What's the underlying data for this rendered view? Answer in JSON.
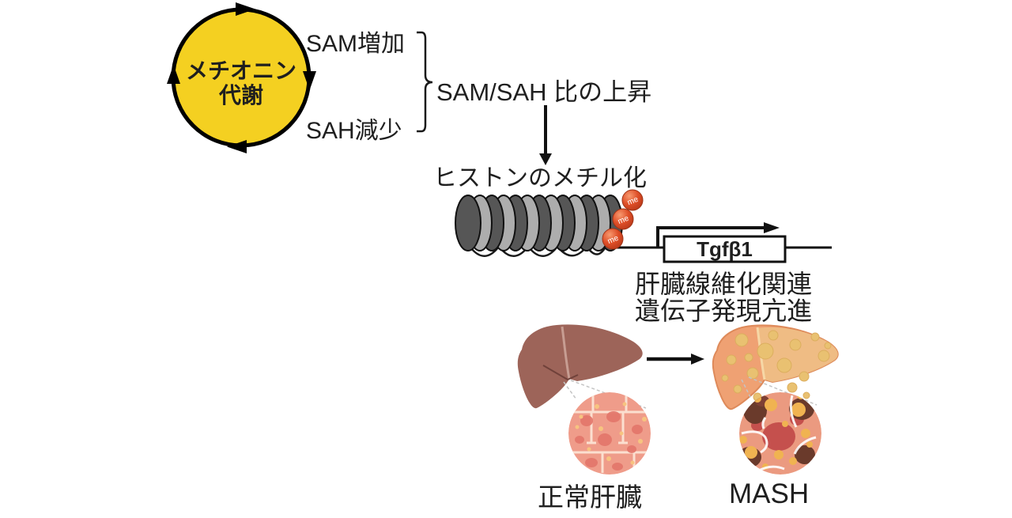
{
  "cycle": {
    "label_line1": "メチオニン",
    "label_line2": "代謝",
    "fill_color": "#f4d021",
    "stroke_color": "#000000"
  },
  "effects": {
    "sam_increase": "SAM増加",
    "sah_decrease": "SAH減少",
    "ratio_rise": "SAM/SAH 比の上昇"
  },
  "histone": {
    "title": "ヒストンのメチル化",
    "me_label": "me",
    "me_ball_color": "#df4f28",
    "disk_dark_color": "#565656",
    "disk_light_color": "#adadad"
  },
  "gene": {
    "name": "Tgfβ1",
    "caption_line1": "肝臓線維化関連",
    "caption_line2": "遺伝子発現亢進"
  },
  "livers": {
    "normal_label": "正常肝臓",
    "mash_label": "MASH",
    "normal_color": "#9d6459",
    "mash_color": "#efa173",
    "mash_spot_color": "#e9c171",
    "normal_histology_color": "#ef9c8a",
    "mash_histology_color": "#eb9a80"
  }
}
